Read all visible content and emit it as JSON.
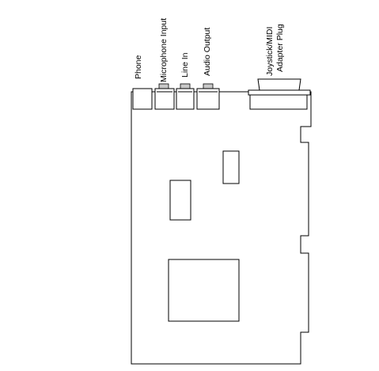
{
  "labels": {
    "phone": "Phone",
    "microphone_input": "Microphone Input",
    "line_in": "Line In",
    "audio_output": "Audio Output",
    "joystick_line1": "Joystick/MIDI",
    "joystick_line2": "Adapter Plug"
  }
}
